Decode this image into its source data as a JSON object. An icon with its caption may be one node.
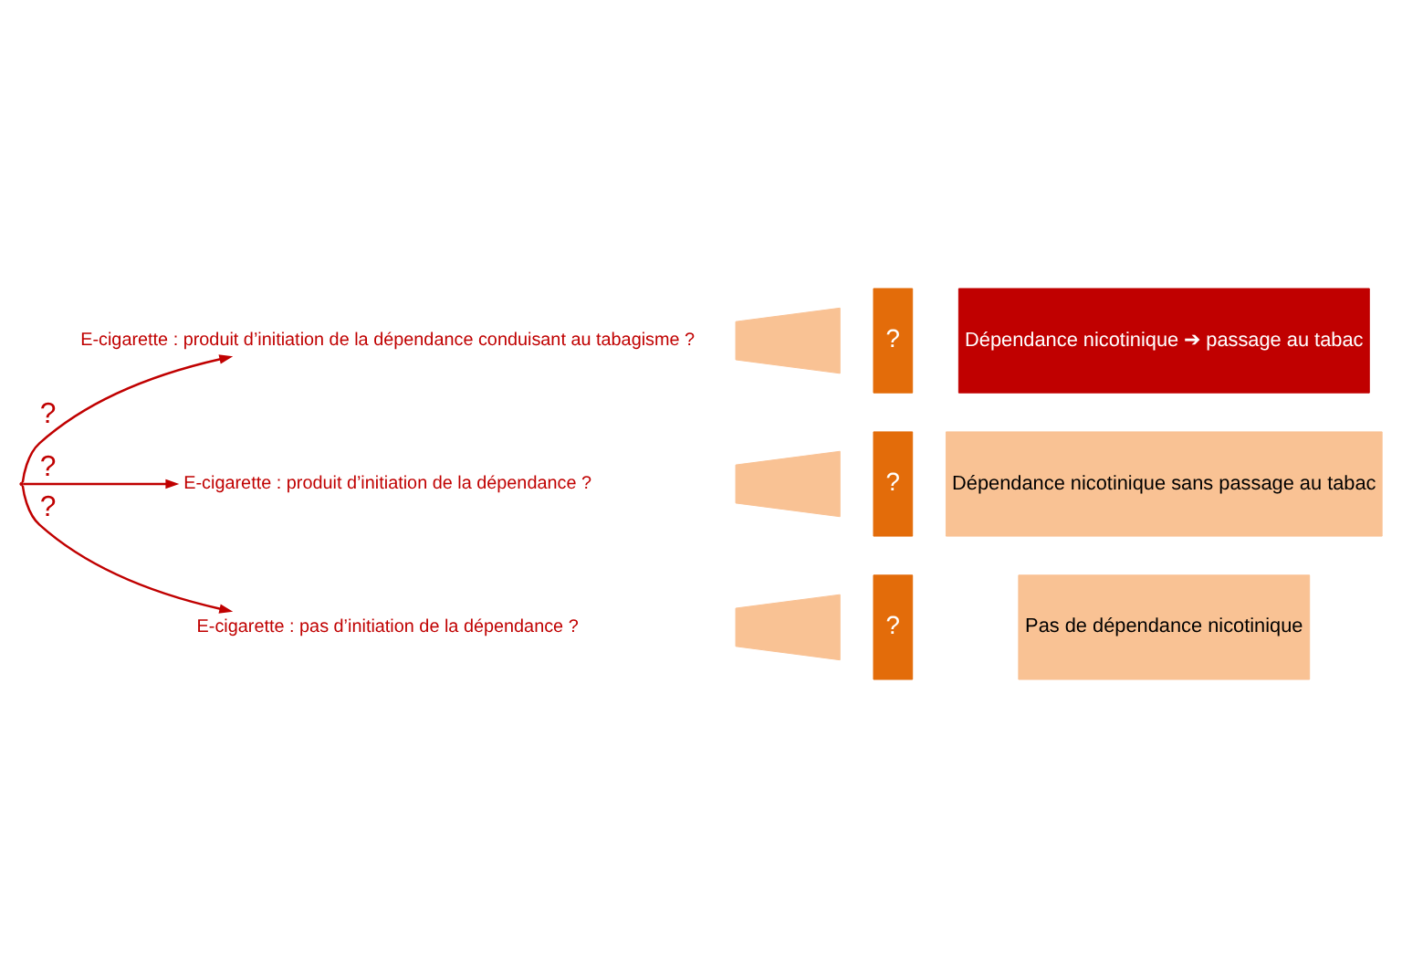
{
  "diagram": {
    "nodes": [
      {
        "text": [],
        "shape": "point"
      },
      {
        "text": [
          "E-cigarette : produit d’initiation de la dépendance conduisant au tabagisme ?"
        ]
      },
      {
        "text": [
          "E-cigarette : produit d’initiation de la dépendance ?"
        ]
      },
      {
        "text": [
          "E-cigarette : pas d’initiation de la dépendance ?"
        ]
      },
      {
        "text": [],
        "shape": "trapezoid"
      },
      {
        "text": [
          "?"
        ]
      },
      {
        "text": [
          "Dépendance nicotinique ➔ passage au tabac"
        ]
      },
      {
        "text": [],
        "shape": "trapezoid"
      },
      {
        "text": [
          "?"
        ]
      },
      {
        "text": [
          "Dépendance nicotinique sans passage au tabac"
        ]
      },
      {
        "text": [],
        "shape": "trapezoid"
      },
      {
        "text": [
          "?"
        ]
      },
      {
        "text": [
          "Pas de dépendance nicotinique"
        ]
      }
    ],
    "edges": [
      {
        "from": 0,
        "to": 1,
        "arrow": "to",
        "label": "?"
      },
      {
        "from": 0,
        "to": 2,
        "arrow": "to",
        "label": "?"
      },
      {
        "from": 0,
        "to": 3,
        "arrow": "to",
        "label": "?"
      }
    ]
  }
}
